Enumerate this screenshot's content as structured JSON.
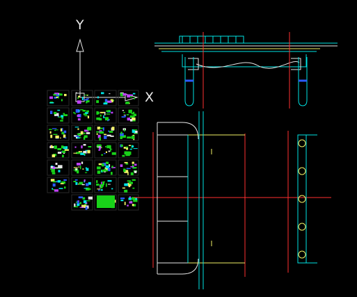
{
  "ucs": {
    "y_label": "Y",
    "x_label": "X"
  },
  "colors": {
    "background": "#000000",
    "cyan": "#00e5e5",
    "yellow": "#f2f266",
    "white": "#e8e8e8",
    "red": "#ff3030",
    "green": "#19d219",
    "blue": "#2b5bff",
    "magenta": "#c040ff"
  },
  "drawing": {
    "bridge_piers": 2,
    "plan_columns": 5
  }
}
